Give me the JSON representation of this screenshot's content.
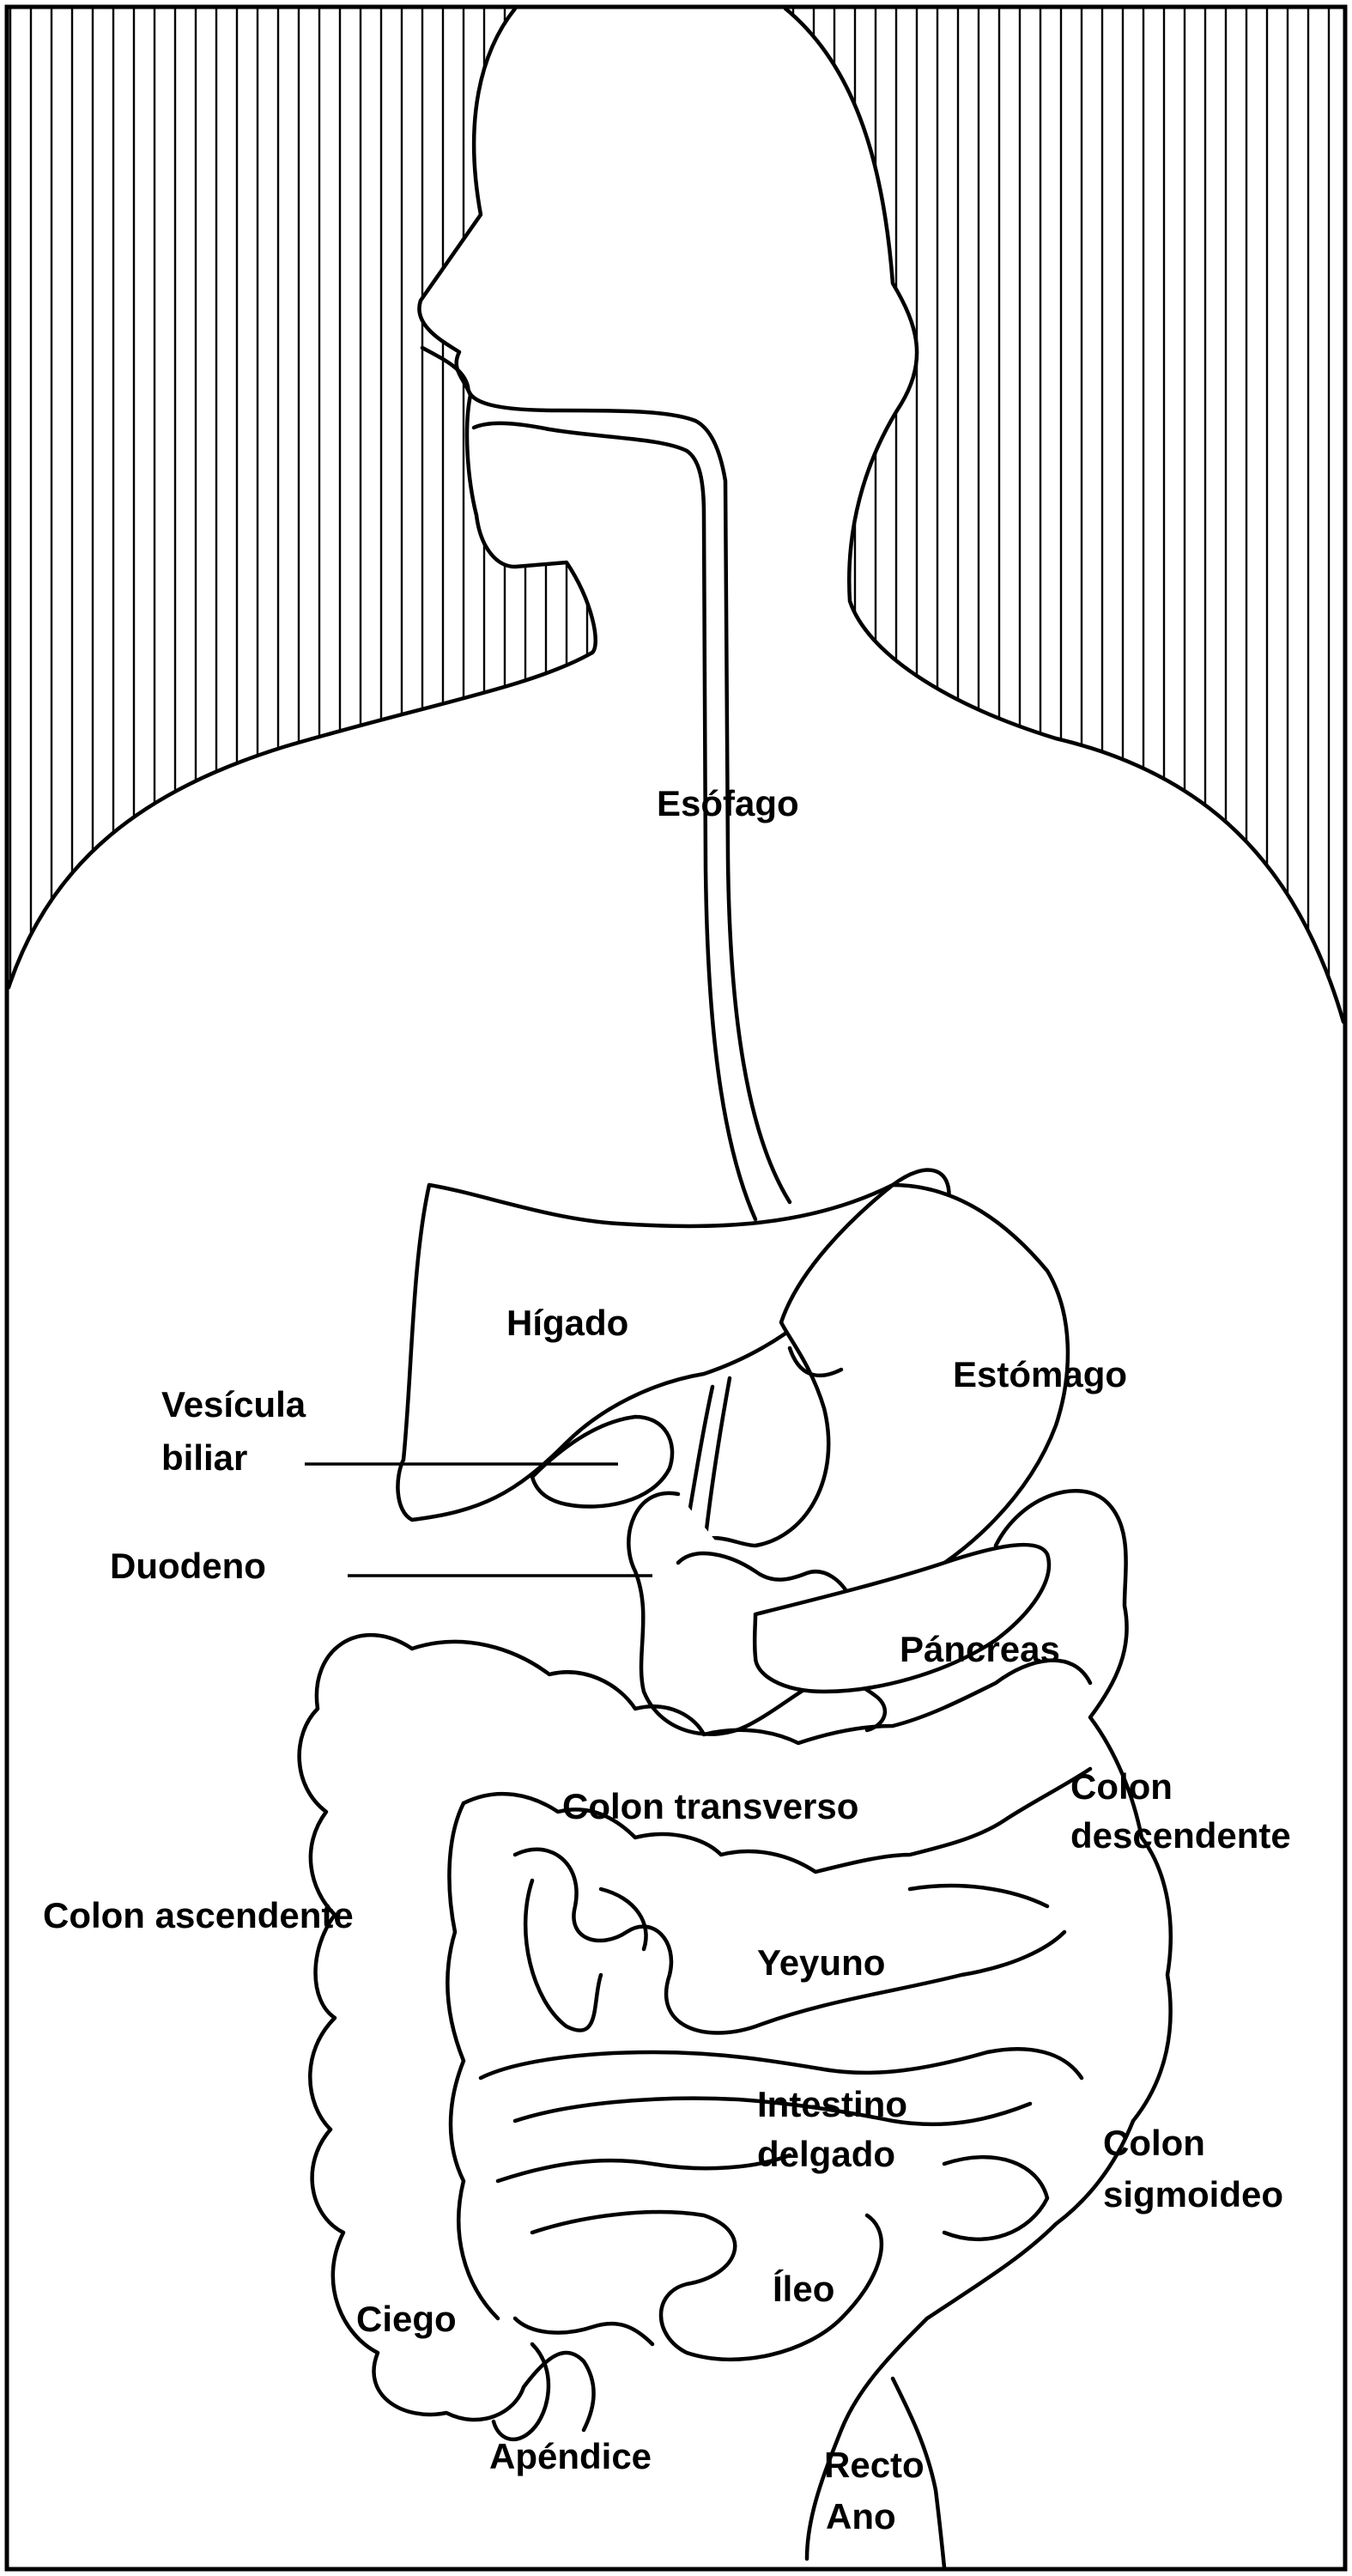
{
  "labels": {
    "esofago": "Esófago",
    "higado": "Hígado",
    "estomago": "Estómago",
    "vesicula_1": "Vesícula",
    "vesicula_2": "biliar",
    "duodeno": "Duodeno",
    "pancreas": "Páncreas",
    "colon_transverso": "Colon transverso",
    "colon_descendente_1": "Colon",
    "colon_descendente_2": "descendente",
    "colon_ascendente": "Colon ascendente",
    "yeyuno": "Yeyuno",
    "intestino_1": "Intestino",
    "intestino_2": "delgado",
    "colon_sigmoideo_1": "Colon",
    "colon_sigmoideo_2": "sigmoideo",
    "ileo": "Íleo",
    "ciego": "Ciego",
    "apendice": "Apéndice",
    "recto": "Recto",
    "ano": "Ano"
  }
}
